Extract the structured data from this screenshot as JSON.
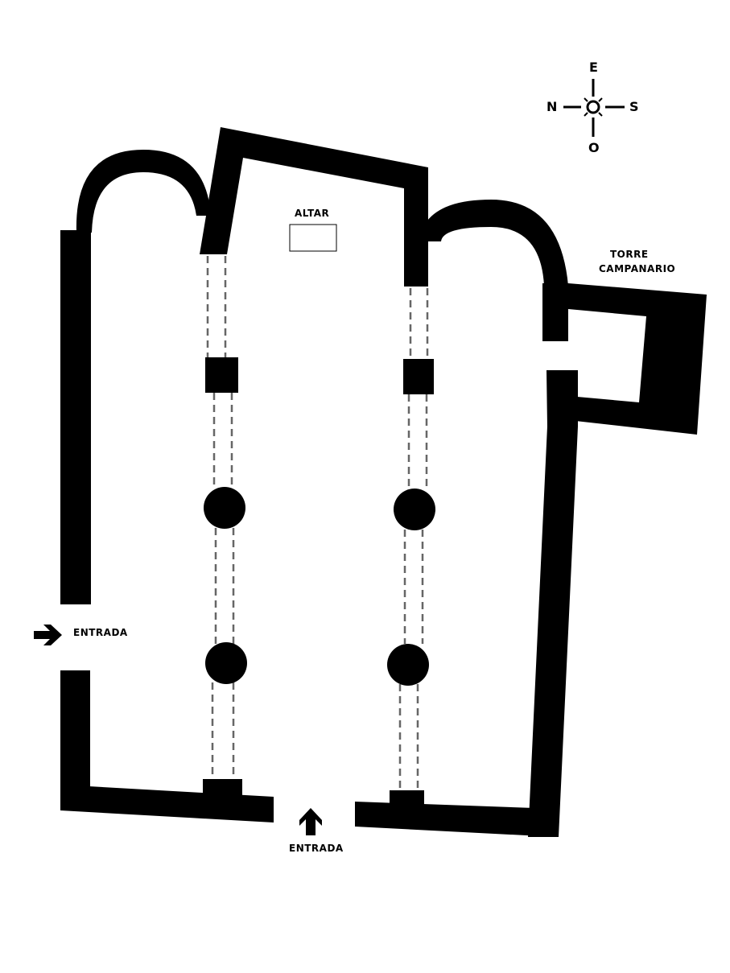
{
  "labels": {
    "altar": "ALTAR",
    "tower_line1": "TORRE",
    "tower_line2": "CAMPANARIO",
    "entrance_west": "ENTRADA",
    "entrance_south": "ENTRADA"
  },
  "compass": {
    "top": "E",
    "left": "N",
    "right": "S",
    "bottom": "O"
  },
  "colors": {
    "walls": "#000000",
    "colonnade": "#666666",
    "background": "#ffffff"
  }
}
